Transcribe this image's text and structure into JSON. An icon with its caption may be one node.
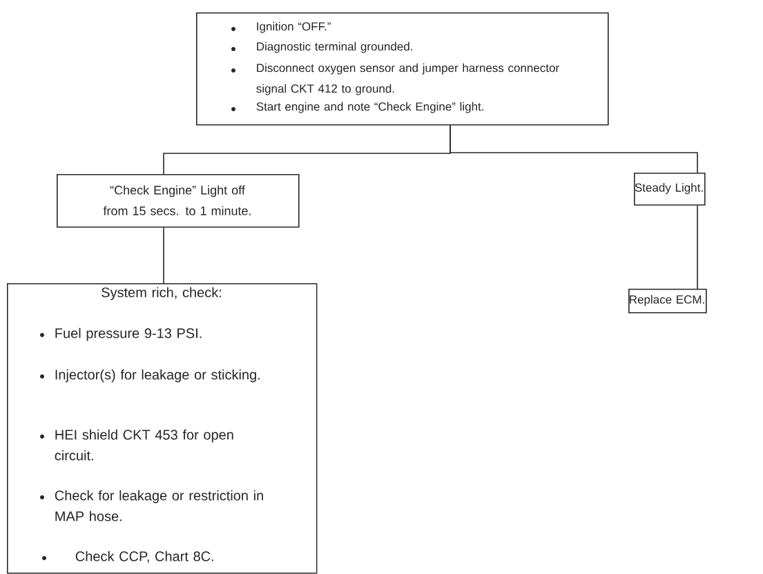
{
  "diagram": {
    "nodes": [
      {
        "text": [
          "Ignition “OFF.”",
          "Diagnostic terminal grounded.",
          "Disconnect oxygen sensor and jumper harness connector signal CKT 412 to ground.",
          "Start engine and note “Check Engine” light."
        ]
      },
      {
        "text": [
          "“Check Engine” Light off from 15 secs. to 1 minute."
        ]
      },
      {
        "text": [
          "Steady Light."
        ]
      },
      {
        "text": [
          "System rich, check:",
          "Fuel pressure 9-13 PSI.",
          "Injector(s) for leakage or sticking.",
          "HEI shield CKT 453 for open circuit.",
          "Check for leakage or restriction in MAP hose.",
          "Check CCP, Chart 8C."
        ]
      },
      {
        "text": [
          "Replace ECM."
        ]
      }
    ],
    "edges": [
      {
        "from": 0,
        "to": 1,
        "arrow": "none"
      },
      {
        "from": 0,
        "to": 2,
        "arrow": "none"
      },
      {
        "from": 1,
        "to": 3,
        "arrow": "none"
      },
      {
        "from": 2,
        "to": 4,
        "arrow": "none"
      }
    ]
  }
}
